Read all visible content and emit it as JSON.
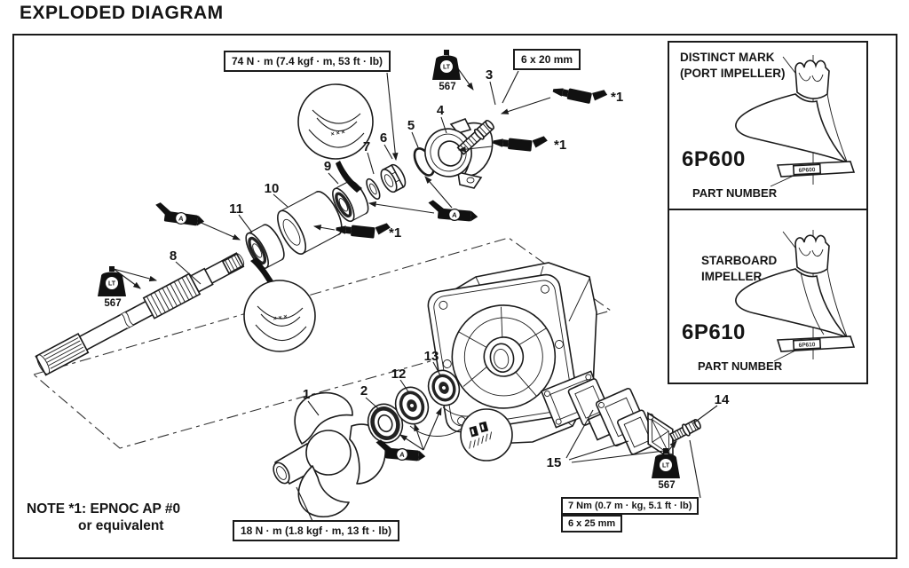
{
  "title": "EXPLODED DIAGRAM",
  "note": {
    "line1": "NOTE *1: EPNOC AP #0",
    "line2": "or equivalent"
  },
  "callouts": {
    "torque_74": "74 N · m (7.4 kgf · m, 53 ft · lb)",
    "bolt_6x20": "6 x 20 mm",
    "torque_18": "18 N · m (1.8 kgf · m, 13 ft · lb)",
    "torque_7": "7 Nm (0.7 m · kg, 5.1 ft · lb)",
    "bolt_6x25": "6 x 25 mm"
  },
  "sealant": {
    "code": "567",
    "ref": "*1",
    "grease": "A"
  },
  "parts": [
    "1",
    "2",
    "3",
    "4",
    "5",
    "6",
    "7",
    "8",
    "9",
    "10",
    "11",
    "12",
    "13",
    "14",
    "15"
  ],
  "panels": {
    "port": {
      "title1": "DISTINCT MARK",
      "title2": "(PORT IMPELLER)",
      "code": "6P600",
      "caption": "PART NUMBER",
      "tag": "6P600"
    },
    "starboard": {
      "title1": "STARBOARD",
      "title2": "IMPELLER",
      "code": "6P610",
      "caption": "PART NUMBER",
      "tag": "6P610"
    }
  },
  "detail_marks": "× × ×"
}
